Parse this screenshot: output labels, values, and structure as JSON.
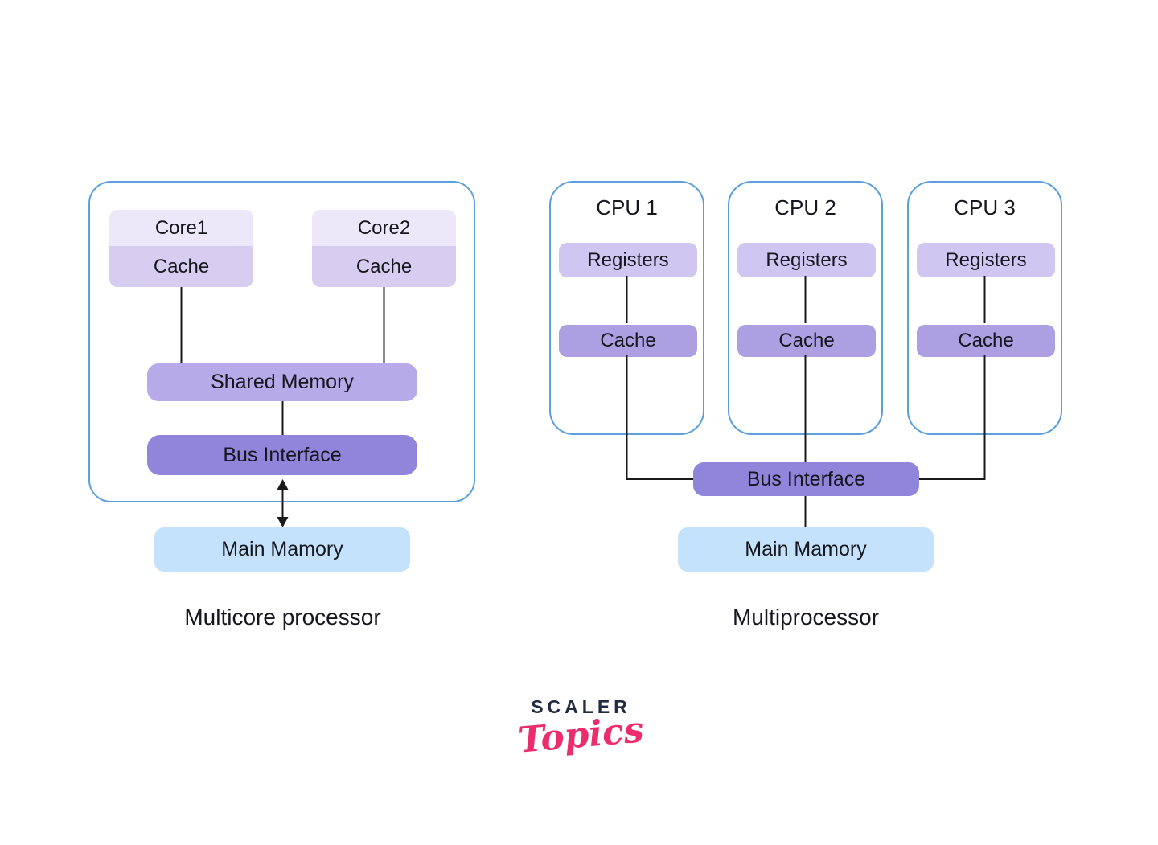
{
  "colors": {
    "outline-blue": "#5b9fdc",
    "core-top": "#ece8f9",
    "core-cache": "#d6cdf0",
    "registers-fill": "#cfc6f1",
    "cache-fill": "#aca0e2",
    "shared-fill": "#b6aae8",
    "bus-fill": "#9185db",
    "memory-fill": "#c4e2fb",
    "line-color": "#1a1a1a",
    "text-color": "#16161e",
    "logo-navy": "#232b41",
    "logo-pink": "#eb2d6d"
  },
  "multicore": {
    "caption": "Multicore processor",
    "cores": [
      {
        "name": "Core1",
        "sub": "Cache"
      },
      {
        "name": "Core2",
        "sub": "Cache"
      }
    ],
    "shared_memory": "Shared Memory",
    "bus_interface": "Bus Interface",
    "main_memory": "Main Mamory"
  },
  "multiprocessor": {
    "caption": "Multiprocessor",
    "cpus": [
      {
        "title": "CPU 1",
        "registers": "Registers",
        "cache": "Cache"
      },
      {
        "title": "CPU 2",
        "registers": "Registers",
        "cache": "Cache"
      },
      {
        "title": "CPU 3",
        "registers": "Registers",
        "cache": "Cache"
      }
    ],
    "bus_interface": "Bus Interface",
    "main_memory": "Main Mamory"
  },
  "logo": {
    "brand": "SCALER",
    "sub": "Topics"
  }
}
